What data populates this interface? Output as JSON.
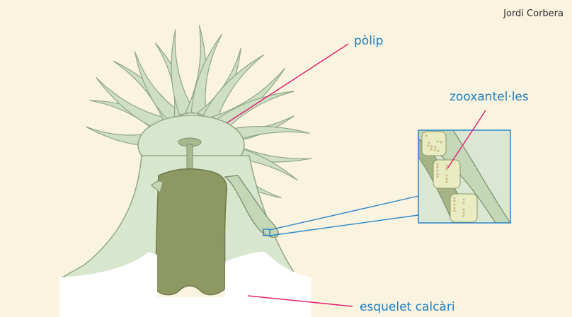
{
  "credit": "Jordi Corbera",
  "labels": {
    "polyp": "pòlip",
    "zooxanthellae": "zooxantel·les",
    "skeleton": "esquelet calcàri"
  },
  "colors": {
    "background": "#faf3df",
    "polyp_fill": "#d7e6cc",
    "polyp_edge": "#8fa786",
    "tentacle_fill": "#cfe0c2",
    "gut_fill": "#8d9862",
    "skeleton": "#ffffff",
    "leader_line": "#e0236f",
    "zoom_line": "#2a86c9",
    "label_text": "#1d7fc1",
    "cell_fill": "#e9ecc3",
    "cell_dot": "#cdbf86"
  },
  "icons": [
    "polyp-illustration",
    "zoom-inset",
    "zooxanthellae-cell"
  ]
}
